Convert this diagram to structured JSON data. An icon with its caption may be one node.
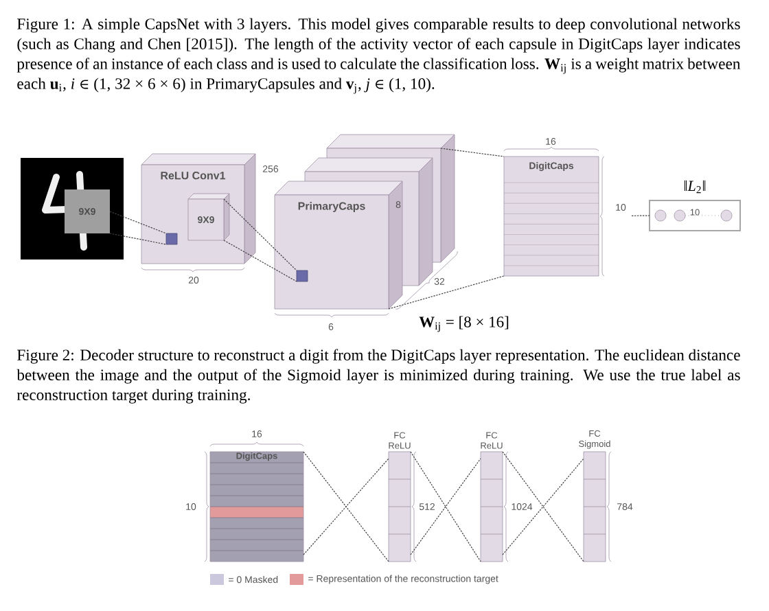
{
  "diagram": {
    "nodes": [
      {
        "text": [],
        "shape": "picture"
      },
      {
        "text": [
          "9X9"
        ],
        "in": 0
      },
      {
        "text": [
          "ReLU Conv1"
        ],
        "beside": [
          "256",
          "20"
        ]
      },
      {
        "text": [],
        "shape": "box",
        "in": 2
      },
      {
        "text": [
          "9X9"
        ],
        "in": 2
      },
      {
        "text": [
          "PrimaryCaps"
        ],
        "beside": [
          "8",
          "6",
          "32"
        ]
      },
      {
        "text": [],
        "shape": "box",
        "in": 5
      },
      {
        "text": [
          "DigitCaps"
        ],
        "beside": [
          "16",
          "10"
        ]
      },
      {
        "text": [
          "10"
        ],
        "beside": [
          "‖*L*$_{2}$‖"
        ]
      },
      {
        "text": [
          "DigitCaps"
        ],
        "beside": [
          "16",
          "10"
        ]
      },
      {
        "text": [
          "FC ReLU"
        ],
        "beside": [
          "512"
        ]
      },
      {
        "text": [
          "FC ReLU"
        ],
        "beside": [
          "1024"
        ]
      },
      {
        "text": [
          "FC Sigmoid"
        ],
        "beside": [
          "784"
        ]
      }
    ],
    "edges": [
      {
        "from": 1,
        "to": 3,
        "arrow": "none"
      },
      {
        "from": 1,
        "to": 3,
        "arrow": "none"
      },
      {
        "from": 4,
        "to": 6,
        "arrow": "none"
      },
      {
        "from": 4,
        "to": 6,
        "arrow": "none"
      },
      {
        "from": 5,
        "to": 7,
        "arrow": "none"
      },
      {
        "from": 5,
        "to": 7,
        "arrow": "none"
      },
      {
        "from": 7,
        "to": 8,
        "arrow": "none"
      },
      {
        "from": 9,
        "to": 10,
        "arrow": "none"
      },
      {
        "from": 9,
        "to": 10,
        "arrow": "none"
      },
      {
        "from": 10,
        "to": 11,
        "arrow": "none"
      },
      {
        "from": 10,
        "to": 11,
        "arrow": "none"
      },
      {
        "from": 11,
        "to": 12,
        "arrow": "none"
      },
      {
        "from": 11,
        "to": 12,
        "arrow": "none"
      }
    ],
    "labels": [
      "Figure 1: A simple CapsNet with 3 layers. This model gives comparable results to deep convolutional networks (such as Chang and Chen [2015]). The length of the activity vector of each capsule in DigitCaps layer indicates presence of an instance of each class and is used to calculate the classification loss. **W**$_{ij}$ is a weight matrix between each **u**$_{i}$, *i* ∈ (1, 32 × 6 × 6) in PrimaryCapsules and **v**$_{j}$, *j* ∈ (1, 10).",
      "**W**$_{ij}$ = [8 × 16]",
      "Figure 2: Decoder structure to reconstruct a digit from the DigitCaps layer representation. The euclidean distance between the image and the output of the Sigmoid layer is minimized during training. We use the true label as reconstruction target during training."
    ],
    "legend": [
      {
        "text": "= 0 Masked",
        "color": "#cbc8dd"
      },
      {
        "text": "= Representation of the reconstruction target",
        "color": "#e39a9a"
      }
    ]
  }
}
